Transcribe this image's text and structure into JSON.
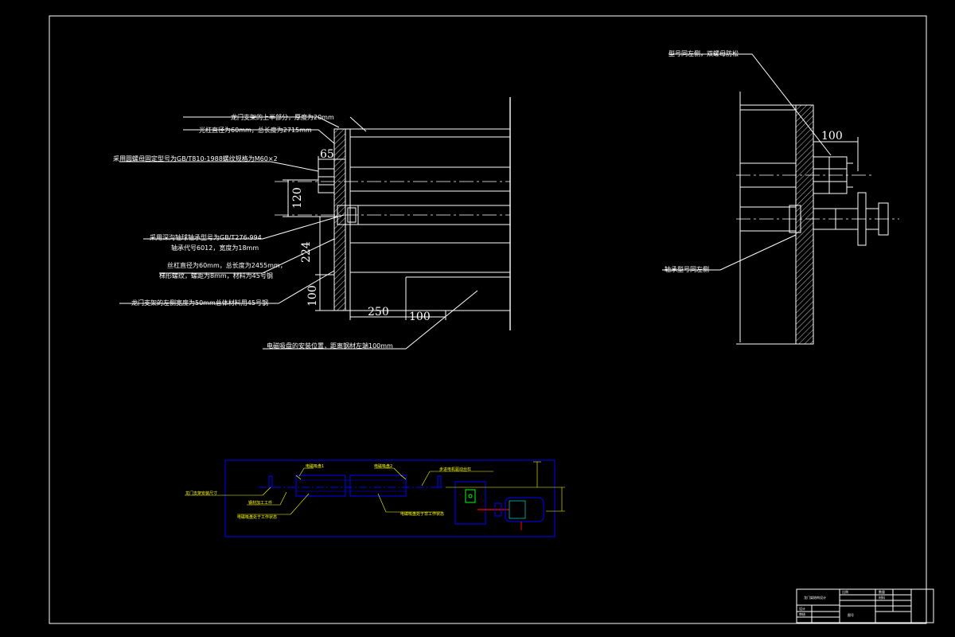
{
  "left_view": {
    "annotations": [
      "龙门支架的上半部分，厚度为20mm",
      "光杠直径为60mm，总长度为2715mm",
      "采用圆螺母固定型号为GB/T810-1988螺纹规格为M60×2",
      "采用深沟轴球轴承型号为GB/T276-994",
      "轴承代号6012，宽度为18mm",
      "丝杠直径为60mm，总长度为2455mm，",
      "梯形螺纹，螺距为8mm，材料为45号钢",
      "龙门支架的左侧宽度为50mm总体材料用45号钢",
      "电磁吸盘的安装位置，距离钢材左端100mm"
    ],
    "dims": {
      "d65": "65",
      "d120": "120",
      "d224": "224",
      "d100v": "100",
      "d250": "250",
      "d100h": "100"
    }
  },
  "right_view": {
    "annotations": [
      "型号同左侧，双螺母防松",
      "轴承型号同左侧"
    ],
    "dims": {
      "d100": "100"
    }
  },
  "bottom_view": {
    "labels": [
      "电磁吸盘1",
      "电磁吸盘2",
      "步进电机驱动丝杠",
      "龙门支架安装尺寸",
      "钢材加工工件",
      "电磁吸盘处于工作状态",
      "电磁吸盘处于非工作状态"
    ]
  },
  "title_block": {
    "cells": [
      "龙门架结构设计",
      "比例",
      "数量",
      "材料",
      "设计",
      "审核",
      "图号"
    ]
  },
  "colors": {
    "background": "#000000",
    "line": "#ffffff",
    "blue": "#0000ff",
    "yellow": "#ffff00",
    "red": "#ff0000",
    "green": "#00ff00",
    "cyan": "#00ffff"
  }
}
